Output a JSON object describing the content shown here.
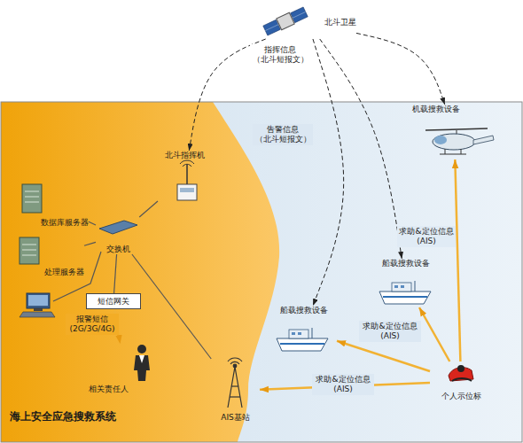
{
  "diagram": {
    "nodes": [
      {
        "text": [
          "北斗卫星"
        ]
      },
      {
        "text": [
          "北斗指挥机"
        ]
      },
      {
        "text": [
          "数据库服务器"
        ]
      },
      {
        "text": [
          "处理服务器"
        ]
      },
      {
        "text": [
          "交换机"
        ]
      },
      {
        "text": [
          "短信网关"
        ]
      },
      {
        "text": [
          "相关责任人"
        ]
      },
      {
        "text": [
          "AIS基站"
        ]
      },
      {
        "text": [
          "船载搜救设备"
        ]
      },
      {
        "text": [
          "船载搜救设备"
        ]
      },
      {
        "text": [
          "机载搜救设备"
        ]
      },
      {
        "text": [
          "个人示位标"
        ]
      }
    ],
    "edges": [
      {
        "from": 0,
        "to": 1,
        "arrow": "to"
      },
      {
        "from": 0,
        "to": 8,
        "arrow": "to"
      },
      {
        "from": 0,
        "to": 9,
        "arrow": "to"
      },
      {
        "from": 0,
        "to": 10,
        "arrow": "to"
      },
      {
        "from": 1,
        "to": 4,
        "arrow": "none"
      },
      {
        "from": 4,
        "to": 2,
        "arrow": "none"
      },
      {
        "from": 4,
        "to": 3,
        "arrow": "none"
      },
      {
        "from": 4,
        "to": 5,
        "arrow": "none"
      },
      {
        "from": 4,
        "to": 7,
        "arrow": "none"
      },
      {
        "from": 5,
        "to": 6,
        "arrow": "to",
        "label": "报警短信 (2G/3G/4G)"
      },
      {
        "from": 11,
        "to": 7,
        "arrow": "to",
        "label": "求助&定位信息 (AIS)"
      },
      {
        "from": 11,
        "to": 8,
        "arrow": "to"
      },
      {
        "from": 11,
        "to": 9,
        "arrow": "to",
        "label": "求助&定位信息 (AIS)"
      },
      {
        "from": 11,
        "to": 10,
        "arrow": "to",
        "label": "求助&定位信息 (AIS)"
      }
    ],
    "labels": [
      "指挥信息 （北斗短报文）",
      "告警信息 （北斗短报文）",
      "海上安全应急搜救系统"
    ]
  }
}
